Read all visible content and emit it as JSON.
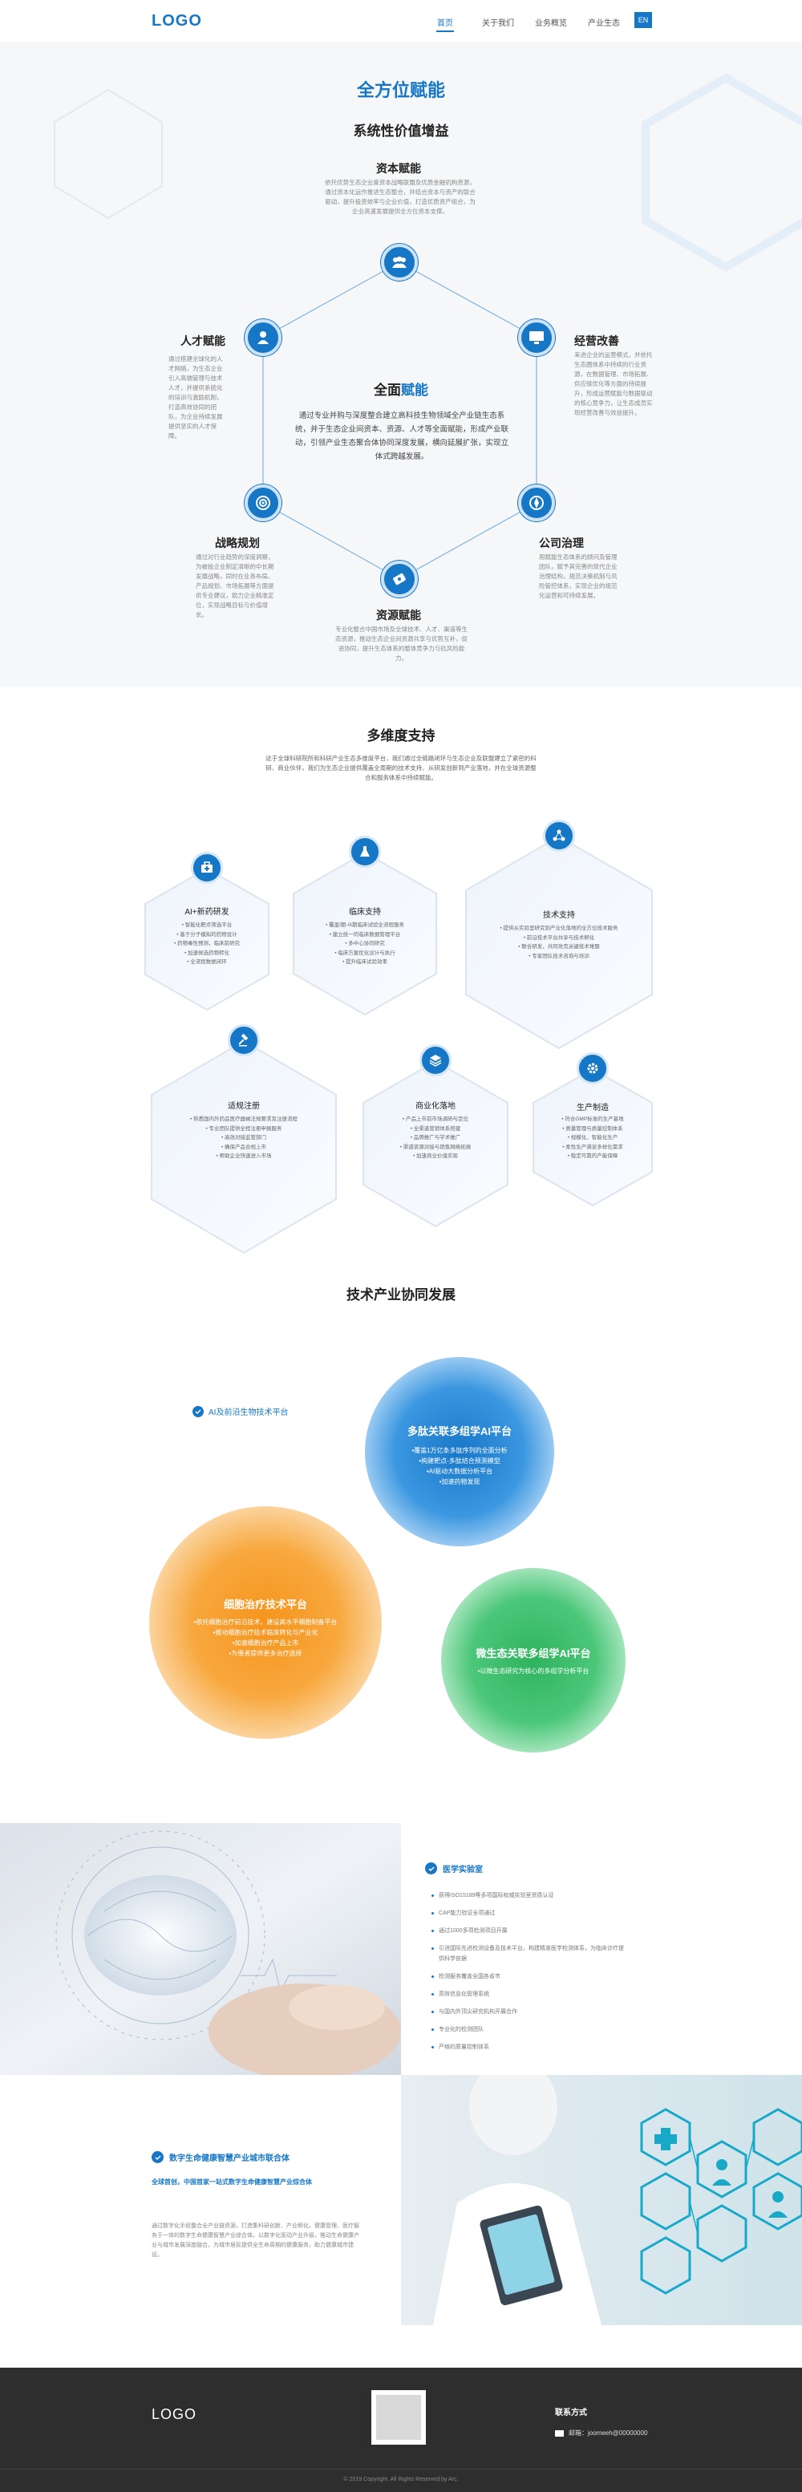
{
  "header": {
    "logo": "LOGO",
    "nav": [
      "首页",
      "关于我们",
      "业务概览",
      "产业生态"
    ],
    "lang": "EN"
  },
  "empower": {
    "title": "全方位赋能",
    "subtitle": "系统性价值增益",
    "center_title_prefix": "全面",
    "center_title_highlight": "赋能",
    "center_text": "通过专业并购与深度整合建立高科技生物领域全产业链生态系统，并于生态企业间资本、资源、人才等全面赋能，形成产业联动，引领产业生态聚合体协同深度发展，横向延展扩张，实现立体式跨越发展。",
    "items": [
      {
        "title": "资本赋能",
        "icon": "people-icon",
        "text": "依托优势生态企业度资本战略联盟及优质金融机构资源，通过资本化运作推进生态整合，并结合资本与资产的联合驱动，提升投资效率与企业价值，打造优质资产组合，为企业高速发展提供全方位资本支撑。"
      },
      {
        "title": "经营改善",
        "icon": "monitor-icon",
        "text": "来进企业的运营模式，并依托生态圈体系中持续的行业资源，在数据管理、市场拓展、供应链优化等方面的持续提升，形成运营赋能与数据驱动的核心竞争力，让生态成员实现经营改善与效益提升。"
      },
      {
        "title": "公司治理",
        "icon": "compass-icon",
        "text": "用赋能生态体系的顾问及管理团队，赋予其完善的现代企业治理结构，规范决策机制与风险管控体系，实现企业的规范化运营和可持续发展。"
      },
      {
        "title": "资源赋能",
        "icon": "ticket-icon",
        "text": "专业化整合中国市场及全球技术、人才、渠道等生态资源，推动生态企业间资源共享与优势互补，促进协同，提升生态体系的整体竞争力与抗风险能力。"
      },
      {
        "title": "战略规划",
        "icon": "target-icon",
        "text": "通过对行业趋势的深度洞察，为被投企业制定清晰的中长期发展战略，同时在业务布局、产品规划、市场拓展等方面提供专业建议，助力企业精准定位，实现战略目标与价值增长。"
      },
      {
        "title": "人才赋能",
        "icon": "user-icon",
        "text": "通过搭建全球化的人才网络，为生态企业引入高端管理与技术人才，并提供系统化的培训与激励机制，打造高效协同的团队，为企业持续发展提供坚实的人才保障。"
      }
    ]
  },
  "support": {
    "title": "多维度支持",
    "desc": "这于全球科研院所和科研产业生态多维度平台，我们通过全链路闭环与生态企业及联盟建立了紧密的科研、商业伙伴，我们为生态企业提供覆盖全周期的技术支持、从研发创新到产业落地，并在全球资源整合和服务体系中持续赋能。",
    "cards": [
      {
        "title": "AI+新药研发",
        "icon": "medkit-icon",
        "lines": [
          "• 智能化靶点筛选平台",
          "• 基于分子模拟的药物设计",
          "• 药物毒性预测，临床前研究",
          "• 加速候选药物转化",
          "• 全流程数据闭环"
        ]
      },
      {
        "title": "临床支持",
        "icon": "flask-icon",
        "lines": [
          "• 覆盖I期-III期临床试验全流程服务",
          "• 建立统一的临床数据管理平台",
          "• 多中心协同研究",
          "• 临床方案优化设计与执行",
          "• 提升临床试验效率"
        ]
      },
      {
        "title": "技术支持",
        "icon": "network-icon",
        "lines": [
          "• 提供从实验室研究到产业化落地的全方位技术服务",
          "• 前沿技术平台共享与技术孵化",
          "• 联合研发，共同攻克关键技术难题",
          "• 专家团队技术咨询与培训"
        ]
      },
      {
        "title": "适规注册",
        "icon": "gavel-icon",
        "lines": [
          "• 熟悉国内外药品医疗器械法规要求及注册流程",
          "• 专业团队提供全程注册申报服务",
          "• 高效对接监管部门",
          "• 确保产品合规上市",
          "• 帮助企业快速进入市场"
        ]
      },
      {
        "title": "商业化落地",
        "icon": "layers-icon",
        "lines": [
          "• 产品上市前市场调研与定位",
          "• 全渠道营销体系搭建",
          "• 品牌推广与学术推广",
          "• 渠道资源对接与销售网络拓展",
          "• 加速商业价值实现"
        ]
      },
      {
        "title": "生产制造",
        "icon": "gear-icon",
        "lines": [
          "• 符合GMP标准的生产基地",
          "• 质量管理与质量控制体系",
          "• 规模化、智能化生产",
          "• 柔性生产满足多样化需求",
          "• 稳定可靠的产能保障"
        ]
      }
    ]
  },
  "tech": {
    "title": "技术产业协同发展",
    "tag": "AI及前沿生物技术平台",
    "bubbles": [
      {
        "title": "多肽关联多组学AI平台",
        "lines": [
          "•覆盖1万亿条多肽序列的全面分析",
          "•构建靶点-多肽结合预测模型",
          "•AI驱动大数据分析平台",
          "•加速药物发现"
        ]
      },
      {
        "title": "细胞治疗技术平台",
        "lines": [
          "•依托细胞治疗前沿技术，建设高水平细胞制备平台",
          "•推动细胞治疗技术临床转化与产业化",
          "•加速细胞治疗产品上市",
          "•为患者提供更多治疗选择"
        ]
      },
      {
        "title": "微生态关联多组学AI平台",
        "lines": [
          "•以微生态研究为核心的多组学分析平台"
        ]
      }
    ]
  },
  "lab": {
    "title": "医学实验室",
    "items": [
      "获得ISO15189等多项国际权威实验室资质认证",
      "CAP能力验证全项通过",
      "通过1000多项检测项目开展",
      "引进国际先进检测设备及技术平台，构建精准医学检测体系，为临床诊疗提供科学依据",
      "检测服务覆盖全国各省市",
      "高效信息化管理系统",
      "与国内外顶尖研究机构开展合作",
      "专业化的检测团队",
      "严格的质量控制体系"
    ]
  },
  "consortium": {
    "title": "数字生命健康智慧产业城市联合体",
    "subtitle": "全球首创，中国首家一站式数字生命健康智慧产业综合体",
    "text": "通过数字化手段整合全产业链资源，打造集科研创新、产业孵化、健康管理、医疗服务于一体的数字生命健康智慧产业综合体。以数字化驱动产业升级，推动生命健康产业与城市发展深度融合，为城市居民提供全生命周期的健康服务，助力健康城市建设。"
  },
  "footer": {
    "logo": "LOGO",
    "contact_title": "联系方式",
    "email": "邮箱：joomeeh@00000000",
    "copyright": "© 2019 Copyright. All Rights Reserved by Arc."
  },
  "colors": {
    "primary": "#1677c6",
    "footer_bg": "#2e2e2e",
    "orange": "#f7a12e",
    "green": "#3bbf6a"
  }
}
